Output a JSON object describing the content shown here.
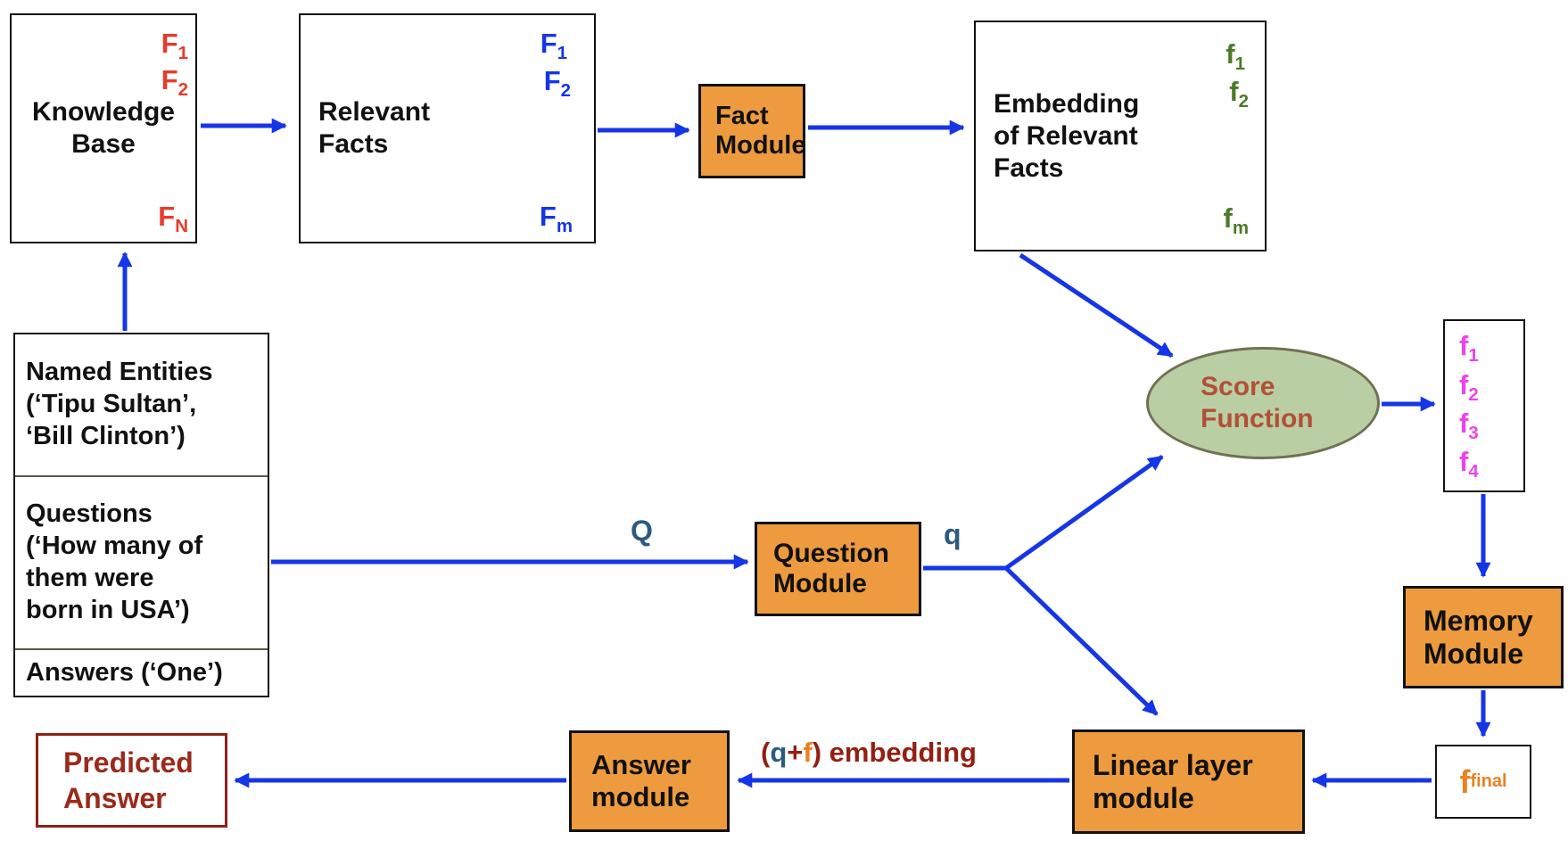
{
  "colors": {
    "arrow_blue": "#1535e8",
    "module_orange": "#ed9b3e",
    "fact_red": "#e83b2a",
    "fact_blue": "#1535e8",
    "fact_green": "#4d7a28",
    "fact_magenta": "#ee42ee",
    "f_final_orange": "#e8821f",
    "q_label_blue": "#2d5b7f",
    "embedding_label_maroon": "#931f12",
    "predicted_maroon": "#9a2a1b",
    "score_fill_green": "#b9cfa3",
    "score_border": "#707054",
    "score_text": "#b34f38"
  },
  "knowledge_base": {
    "title": "Knowledge\nBase",
    "facts": [
      {
        "base": "F",
        "sub": "1"
      },
      {
        "base": "F",
        "sub": "2"
      }
    ],
    "last_fact": {
      "base": "F",
      "sub": "N"
    }
  },
  "relevant_facts": {
    "title": "Relevant\nFacts",
    "facts": [
      {
        "base": "F",
        "sub": "1"
      },
      {
        "base": "F",
        "sub": "2"
      }
    ],
    "last_fact": {
      "base": "F",
      "sub": "m"
    }
  },
  "fact_module": {
    "label": "Fact\nModule"
  },
  "embedding": {
    "title": "Embedding\nof Relevant\nFacts",
    "facts": [
      {
        "base": "f",
        "sub": "1"
      },
      {
        "base": "f",
        "sub": "2"
      }
    ],
    "last_fact": {
      "base": "f",
      "sub": "m"
    }
  },
  "score_function": {
    "label": "Score\nFunction"
  },
  "scored_facts": {
    "facts": [
      {
        "base": "f",
        "sub": "1"
      },
      {
        "base": "f",
        "sub": "2"
      },
      {
        "base": "f",
        "sub": "3"
      },
      {
        "base": "f",
        "sub": "4"
      }
    ]
  },
  "memory_module": {
    "label": "Memory\nModule"
  },
  "f_final": {
    "base": "f",
    "sub": "final"
  },
  "linear_module": {
    "label": "Linear layer\nmodule"
  },
  "answer_module": {
    "label": "Answer\nmodule"
  },
  "predicted_answer": {
    "label": "Predicted\nAnswer"
  },
  "question_module": {
    "label": "Question\nModule"
  },
  "input_panel": {
    "rows": [
      {
        "text": "Named Entities\n(‘Tipu Sultan’,\n‘Bill Clinton’)"
      },
      {
        "text": "Questions\n(‘How many of\nthem were\nborn in USA’)"
      },
      {
        "text": "Answers (‘One’)"
      }
    ]
  },
  "labels": {
    "q_upper": "Q",
    "q_lower": "q",
    "qf": {
      "open": "(",
      "q": "q",
      "plus": "+",
      "f": "f",
      "rest": ") embedding"
    }
  }
}
